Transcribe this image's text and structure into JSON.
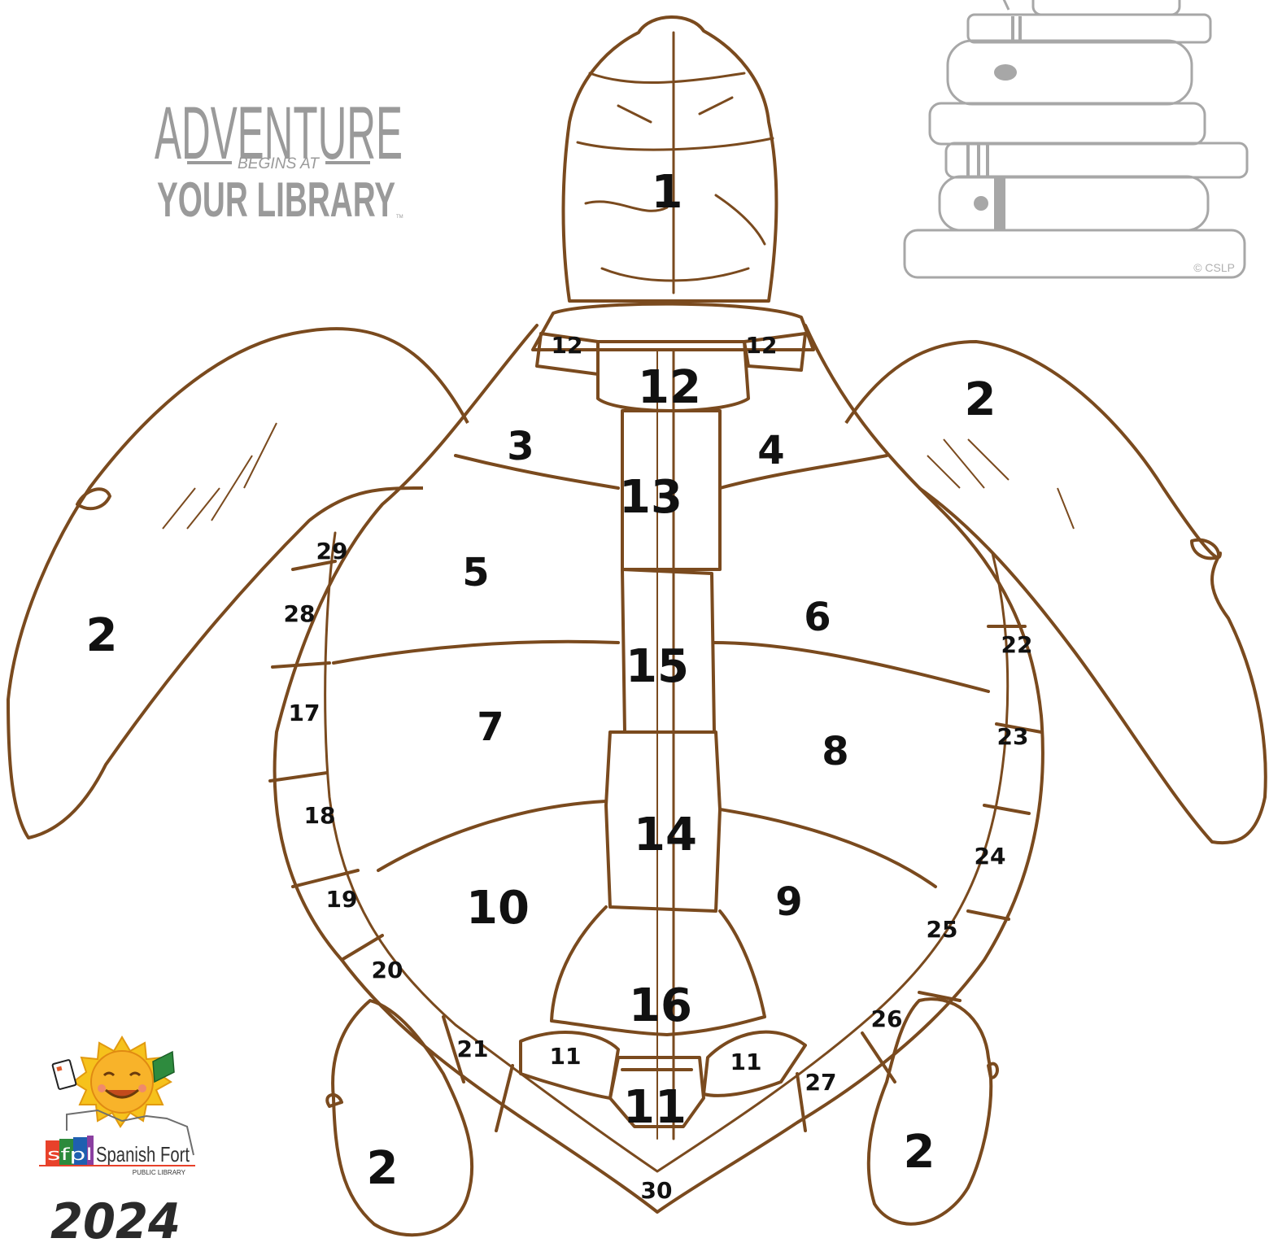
{
  "logo": {
    "line1": "ADVENTURE",
    "line2": "BEGINS AT",
    "line3": "YOUR LIBRARY",
    "tm": "TM"
  },
  "copyright": "© CSLP",
  "library": {
    "initials": "sfpl",
    "name": "Spanish Fort",
    "sub": "PUBLIC LIBRARY",
    "year": "2024"
  },
  "colors": {
    "outline": "#7a4a1e",
    "label": "#111111",
    "logo_gray": "#9a9a9a"
  },
  "regions": [
    "1",
    "2",
    "2",
    "2",
    "2",
    "3",
    "4",
    "5",
    "6",
    "7",
    "8",
    "9",
    "10",
    "12",
    "12",
    "12",
    "13",
    "15",
    "14",
    "16",
    "11",
    "11",
    "11",
    "17",
    "18",
    "19",
    "20",
    "21",
    "22",
    "23",
    "24",
    "25",
    "26",
    "27",
    "28",
    "29",
    "30"
  ]
}
